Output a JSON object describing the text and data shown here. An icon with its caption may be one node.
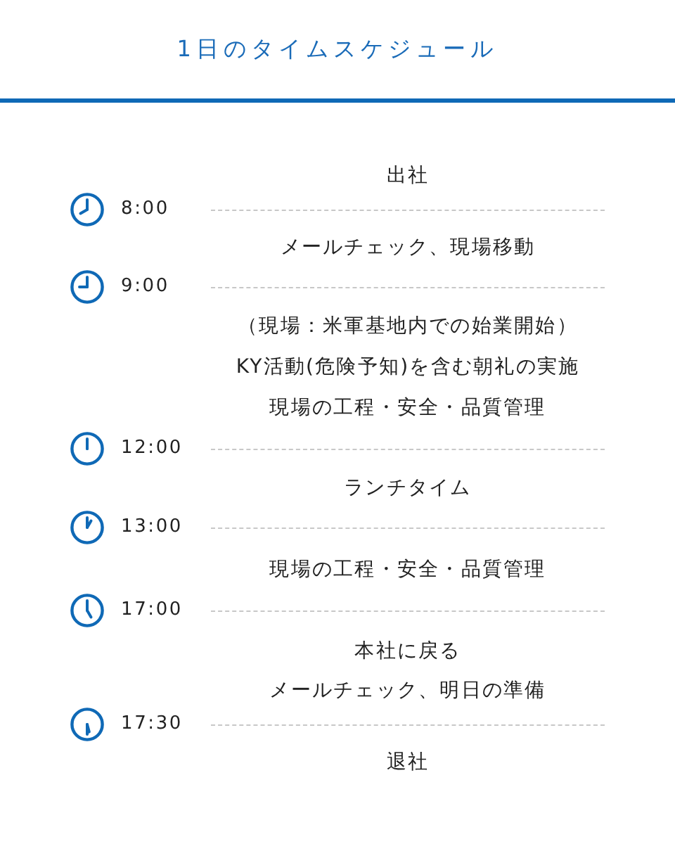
{
  "diagram": {
    "title": "1日のタイムスケジュール",
    "labels": [
      "出社",
      "8:00",
      "メールチェック、現場移動",
      "9:00",
      "（現場：米軍基地内での始業開始）",
      "KY活動(危険予知)を含む朝礼の実施",
      "現場の工程・安全・品質管理",
      "12:00",
      "ランチタイム",
      "13:00",
      "現場の工程・安全・品質管理",
      "17:00",
      "本社に戻る",
      "メールチェック、明日の準備",
      "17:30",
      "退社"
    ]
  }
}
